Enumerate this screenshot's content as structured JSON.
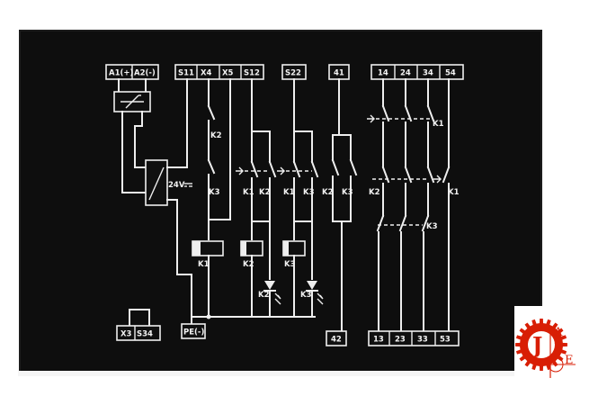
{
  "terminals_top": [
    "A1(+)",
    "A2(-)",
    "S11",
    "X4",
    "X5",
    "S12",
    "S22",
    "41",
    "14",
    "24",
    "34",
    "54"
  ],
  "terminals_bottom": [
    "X3",
    "S34",
    "PE(-)",
    "42",
    "13",
    "23",
    "33",
    "53"
  ],
  "contact_labels": [
    "K2",
    "K3",
    "K1",
    "K2",
    "K1",
    "K3",
    "K2",
    "K3",
    "K1",
    "K2",
    "K1",
    "K3"
  ],
  "coil_labels": [
    "K1",
    "K2",
    "K3"
  ],
  "led_labels": [
    "K2",
    "K3"
  ],
  "supply_label": "24V",
  "logo_letters": "JAE"
}
